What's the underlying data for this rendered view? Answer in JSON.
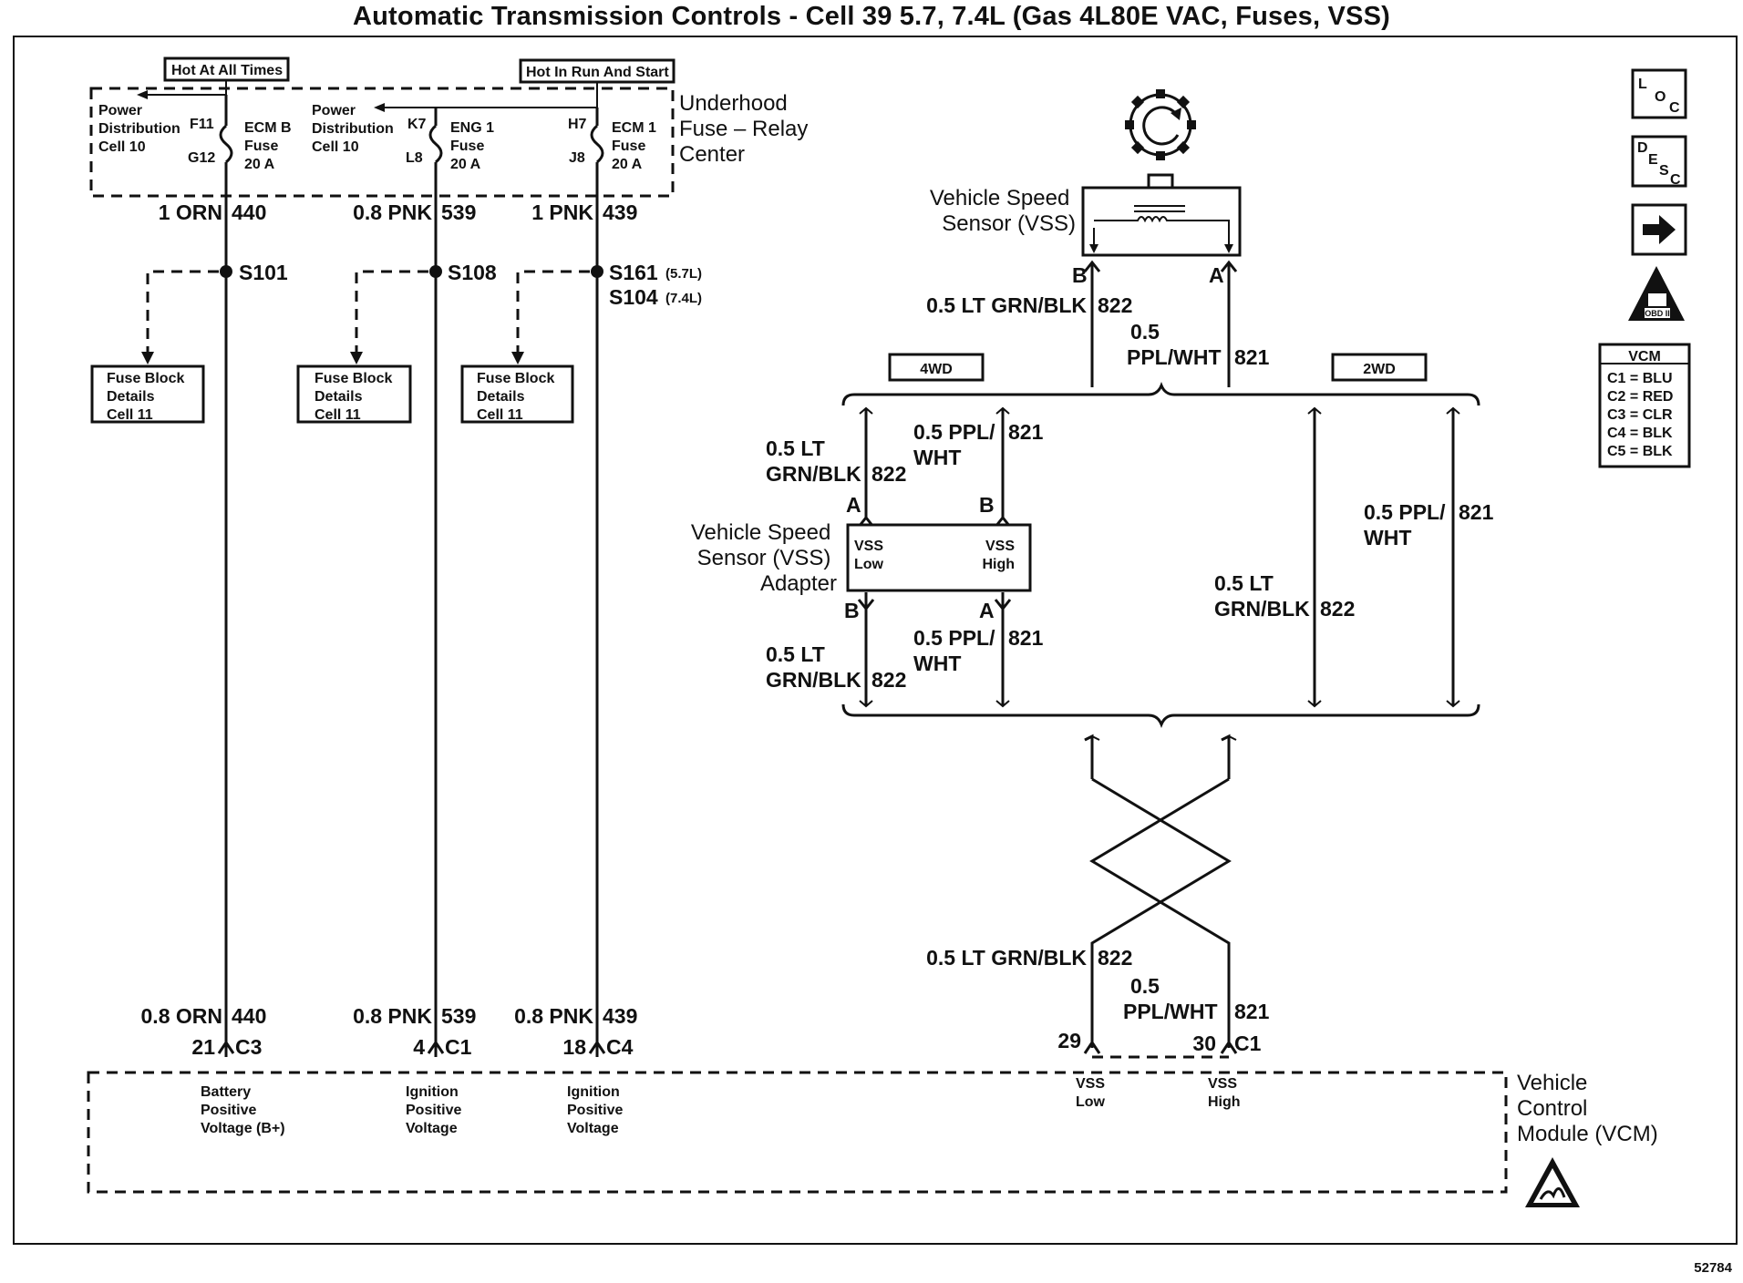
{
  "title": "Automatic Transmission Controls - Cell 39 5.7, 7.4L (Gas 4L80E VAC, Fuses, VSS)",
  "figure_number": "52784",
  "supply": {
    "hot_at_all_times": "Hot At All Times",
    "hot_in_run_and_start": "Hot In Run And Start",
    "fuse_center_label": [
      "Underhood",
      "Fuse – Relay",
      "Center"
    ],
    "power_distribution": [
      "Power",
      "Distribution",
      "Cell 10"
    ],
    "power_distribution_2": [
      "Power",
      "Distribution",
      "Cell 10"
    ],
    "fuses": [
      {
        "top_pin": "F11",
        "bottom_pin": "G12",
        "name": [
          "ECM B",
          "Fuse",
          "20 A"
        ],
        "wire": "1 ORN",
        "circuit": "440",
        "splice": "S101"
      },
      {
        "top_pin": "K7",
        "bottom_pin": "L8",
        "name": [
          "ENG 1",
          "Fuse",
          "20 A"
        ],
        "wire": "0.8 PNK",
        "circuit": "539",
        "splice": "S108"
      },
      {
        "top_pin": "H7",
        "bottom_pin": "J8",
        "name": [
          "ECM 1",
          "Fuse",
          "20 A"
        ],
        "wire": "1 PNK",
        "circuit": "439",
        "splice": "S161",
        "splice_note": "(5.7L)",
        "splice_alt": "S104",
        "splice_alt_note": "(7.4L)"
      }
    ],
    "fuse_block_details": [
      [
        "Fuse Block",
        "Details",
        "Cell 11"
      ],
      [
        "Fuse Block",
        "Details",
        "Cell 11"
      ],
      [
        "Fuse Block",
        "Details",
        "Cell 11"
      ]
    ]
  },
  "vcm_inputs": [
    {
      "wire": "0.8 ORN",
      "circuit": "440",
      "pin": "21",
      "connector": "C3",
      "function": [
        "Battery",
        "Positive",
        "Voltage (B+)"
      ]
    },
    {
      "wire": "0.8 PNK",
      "circuit": "539",
      "pin": "4",
      "connector": "C1",
      "function": [
        "Ignition",
        "Positive",
        "Voltage"
      ]
    },
    {
      "wire": "0.8 PNK",
      "circuit": "439",
      "pin": "18",
      "connector": "C4",
      "function": [
        "Ignition",
        "Positive",
        "Voltage"
      ]
    }
  ],
  "vss": {
    "label": [
      "Vehicle Speed",
      "Sensor (VSS)"
    ],
    "pin_b": "B",
    "pin_a": "A",
    "wire_822_top": "0.5 LT GRN/BLK",
    "circuit_822": "822",
    "wire_821_top": [
      "0.5",
      "PPL/WHT"
    ],
    "circuit_821": "821"
  },
  "options": {
    "left": "4WD",
    "right": "2WD"
  },
  "adapter": {
    "label": [
      "Vehicle Speed",
      "Sensor (VSS)",
      "Adapter"
    ],
    "low": [
      "VSS",
      "Low"
    ],
    "high": [
      "VSS",
      "High"
    ],
    "pins_top": [
      "A",
      "B"
    ],
    "pins_bottom": [
      "B",
      "A"
    ],
    "wire_822": [
      "0.5 LT",
      "GRN/BLK"
    ],
    "wire_821": [
      "0.5 PPL/",
      "WHT"
    ],
    "circuit_822": "822",
    "circuit_821": "821"
  },
  "twowd": {
    "wire_822": [
      "0.5 LT",
      "GRN/BLK"
    ],
    "wire_821": [
      "0.5 PPL/",
      "WHT"
    ],
    "circuit_822": "822",
    "circuit_821": "821"
  },
  "vcm_vss": {
    "wire_822": "0.5 LT GRN/BLK",
    "circuit_822": "822",
    "wire_821": [
      "0.5",
      "PPL/WHT"
    ],
    "circuit_821": "821",
    "pin_low": "29",
    "pin_high": "30",
    "connector": "C1",
    "low": [
      "VSS",
      "Low"
    ],
    "high": [
      "VSS",
      "High"
    ]
  },
  "vcm": {
    "label": [
      "Vehicle",
      "Control",
      "Module (VCM)"
    ]
  },
  "legend": {
    "title": "VCM",
    "items": [
      "C1 = BLU",
      "C2 = RED",
      "C3 = CLR",
      "C4 = BLK",
      "C5 = BLK"
    ]
  },
  "icons": {
    "loc": [
      "L",
      "O",
      "C"
    ],
    "desc": [
      "D",
      "E",
      "S",
      "C"
    ],
    "next": "arrow-right-icon",
    "obd": "OBD II",
    "esd": "esd-warning-icon"
  }
}
